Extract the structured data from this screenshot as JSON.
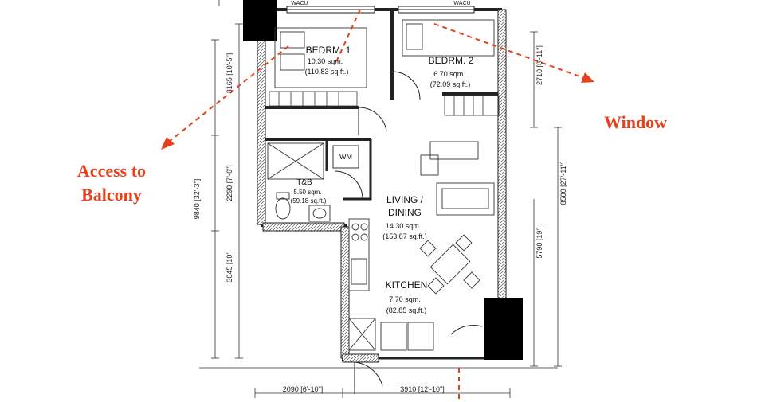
{
  "annotations": {
    "balcony_line1": "Access to",
    "balcony_line2": "Balcony",
    "window": "Window",
    "color": "#e8401c"
  },
  "rooms": {
    "bedroom1": {
      "name": "BEDRM. 1",
      "sqm": "10.30 sqm.",
      "sqft": "(110.83 sq.ft.)"
    },
    "bedroom2": {
      "name": "BEDRM. 2",
      "sqm": "6.70 sqm.",
      "sqft": "(72.09 sq.ft.)"
    },
    "tb": {
      "name": "T&B",
      "sqm": "5.50 sqm.",
      "sqft": "(59.18 sq.ft.)"
    },
    "wm": "WM",
    "living_line1": "LIVING /",
    "living_line2": "DINING",
    "living_sqm": "14.30 sqm.",
    "living_sqft": "(153.87 sq.ft.)",
    "kitchen": {
      "name": "KITCHEN",
      "sqm": "7.70 sqm.",
      "sqft": "(82.85 sq.ft.)"
    },
    "acu1": "WACU",
    "acu2": "WACU"
  },
  "dimensions": {
    "left_total": "9840 [32'-3\"]",
    "left_top": "3165 [10'-5\"]",
    "left_mid": "2290 [7'-6\"]",
    "left_bottom": "3045 [10']",
    "right_total": "8500 [27'-11\"]",
    "right_top": "2710 [8'-11\"]",
    "right_bottom": "5790 [19']",
    "bottom_left": "2090 [6'-10\"]",
    "bottom_right": "3910 [12'-10\"]"
  }
}
